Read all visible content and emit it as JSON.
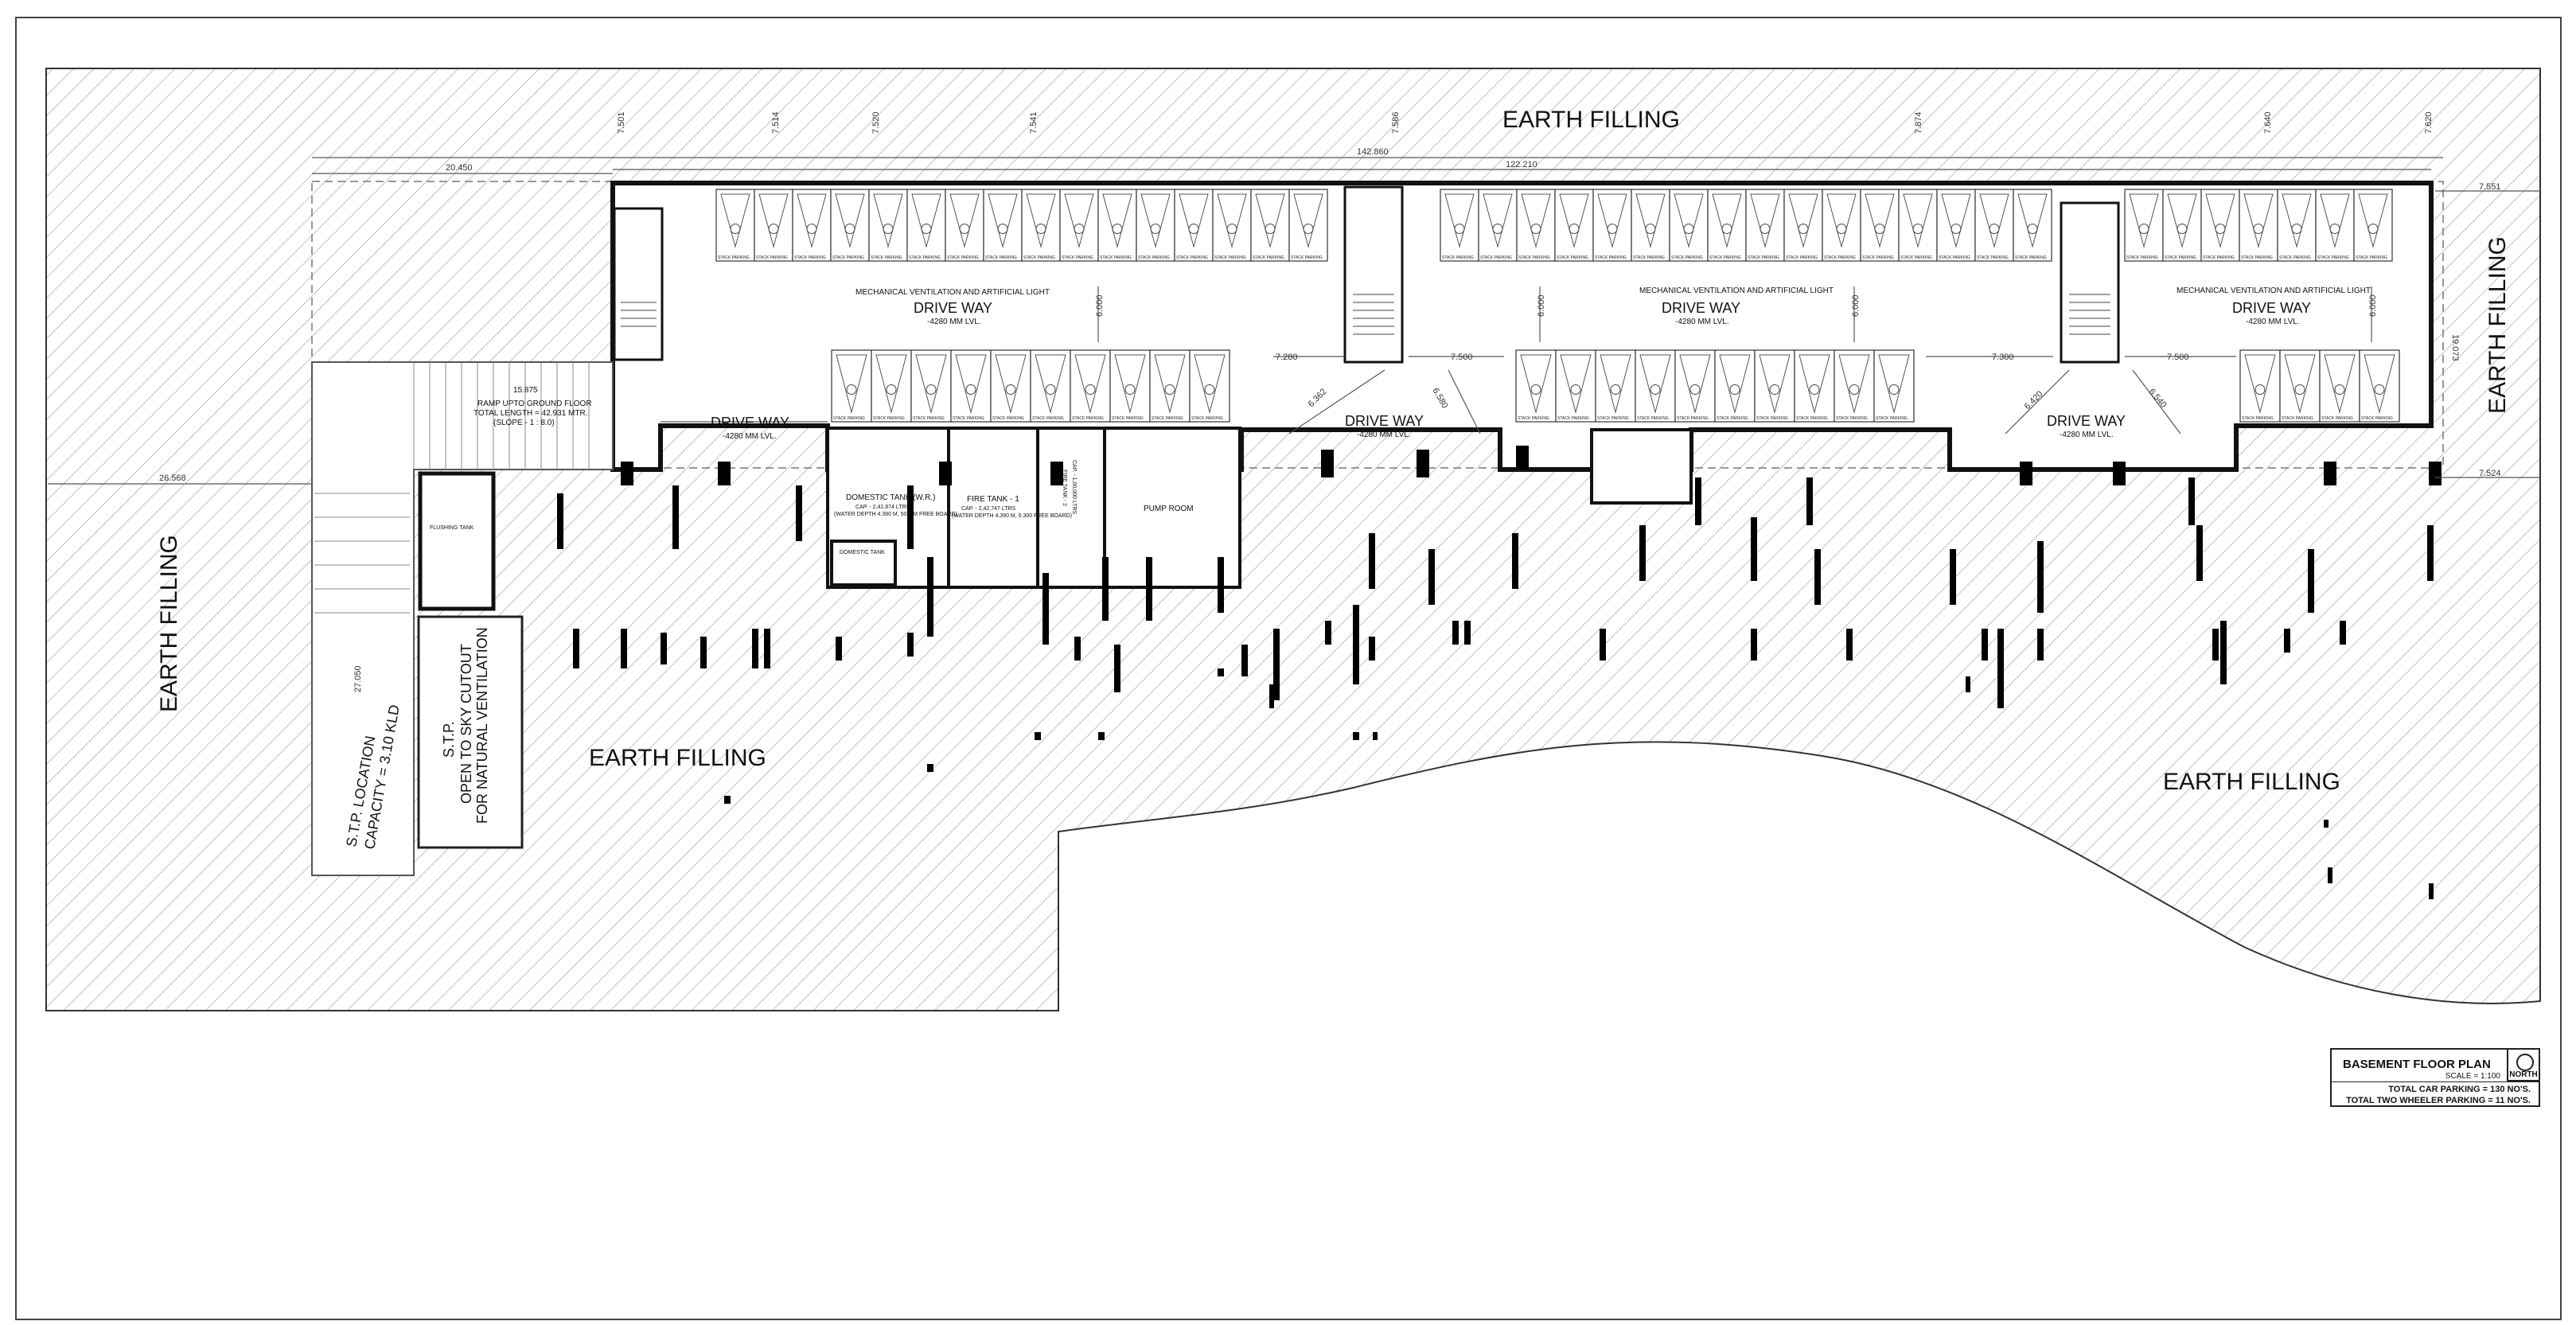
{
  "drawing": {
    "earth_labels": [
      "EARTH FILLING",
      "EARTH FILLING",
      "EARTH FILLING",
      "EARTH FILLING",
      "EARTH FILLING"
    ],
    "drive_way": "DRIVE WAY",
    "level": "-4280 MM LVL.",
    "ventilation": "MECHANICAL VENTILATION AND ARTIFICIAL LIGHT",
    "stack_parking": "STACK PARKING",
    "ramp": {
      "dim": "15.875",
      "line1": "RAMP UPTO GROUND FLOOR",
      "line2": "TOTAL LENGTH = 42.931 MTR.",
      "line3": "(SLOPE - 1 : 8.0)"
    },
    "rooms": {
      "domestic_tank": "DOMESTIC TANK (W.R.)",
      "domestic_cap": "CAP. - 2,41,874 LTRS",
      "domestic_depth": "(WATER DEPTH 4.390 M, 50 MM FREE BOARD)",
      "domestic_tank_small": "DOMESTIC TANK",
      "fire_tank_1": "FIRE TANK - 1",
      "fire_cap_1": "CAP. - 2,42,747 LTRS",
      "fire_depth_1": "(WATER DEPTH 4.390 M, 0.300 FREE BOARD)",
      "fire_tank_2": "FIRE TANK - 2",
      "fire_cap_2": "CAP. - 1,00,000 LTRS",
      "pump_room": "PUMP ROOM",
      "flushing_tank": "FLUSHING TANK",
      "stp": "S.T.P.",
      "stp_cutout_1": "OPEN TO SKY CUTOUT",
      "stp_cutout_2": "FOR NATURAL VENTILATION",
      "stp_location_1": "S.T.P. LOCATION",
      "stp_location_2": "CAPACITY = 3.10 KLD"
    },
    "dims": {
      "overall": "142.860",
      "inner": "122.210",
      "left_offset": "20.450",
      "left_width": "26.568",
      "top_5": "7.501",
      "top_6": "7.514",
      "top_7": "7.520",
      "top_8": "7.541",
      "top_9": "7.586",
      "top_10": "7.874",
      "top_11": "7.640",
      "top_12": "7.620",
      "right_top": "7.551",
      "right_bottom": "7.524",
      "drive_6000": "6.000",
      "d_7280": "7.280",
      "d_7500": "7.500",
      "d_7300": "7.300",
      "d_6420": "6.420",
      "d_6540": "6.540",
      "d_6362": "6.362",
      "d_6580": "6.580",
      "d_27050": "27.050",
      "d_19073": "19.073"
    }
  },
  "title_block": {
    "title": "BASEMENT FLOOR PLAN",
    "north": "NORTH",
    "scale": "SCALE = 1:100",
    "total_car": "TOTAL CAR PARKING = 130 NO'S.",
    "total_two": "TOTAL TWO WHEELER PARKING = 11 NO'S."
  }
}
